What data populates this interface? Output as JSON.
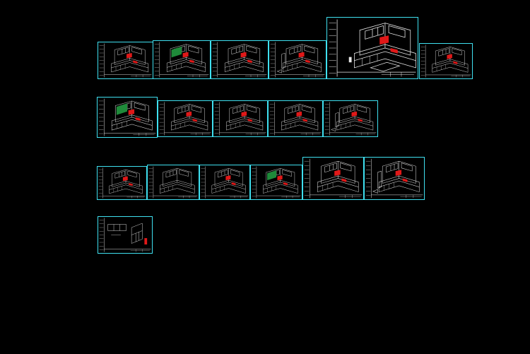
{
  "viewer": {
    "background_color": "#000000",
    "frame_color": "#3fe0f0",
    "line_color": "#e8e8e8",
    "highlight_color": "#e01818",
    "accent_color": "#1f8a3a"
  },
  "drawing_sheets": {
    "row_1": [
      {
        "variant": "l-kitchen"
      },
      {
        "variant": "green-corner"
      },
      {
        "variant": "l-kitchen"
      },
      {
        "variant": "tall-end"
      },
      {
        "variant": "island"
      },
      {
        "variant": "l-kitchen"
      }
    ],
    "row_2": [
      {
        "variant": "green-wide"
      },
      {
        "variant": "l-kitchen"
      },
      {
        "variant": "l-kitchen"
      },
      {
        "variant": "l-kitchen"
      },
      {
        "variant": "tall-end"
      }
    ],
    "row_3": [
      {
        "variant": "l-kitchen"
      },
      {
        "variant": "white-corner"
      },
      {
        "variant": "l-kitchen"
      },
      {
        "variant": "green-corner"
      },
      {
        "variant": "l-kitchen"
      },
      {
        "variant": "tall-end"
      }
    ],
    "row_4": [
      {
        "variant": "elevation"
      }
    ]
  }
}
